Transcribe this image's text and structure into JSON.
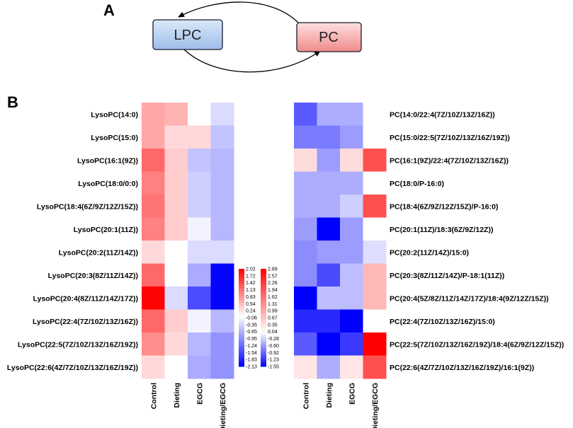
{
  "panel_a": {
    "label": "A",
    "nodes": [
      "LPC",
      "PC"
    ],
    "colors": {
      "lpc_fill_top": "#dce8f8",
      "lpc_fill_bottom": "#9dbde9",
      "pc_fill_top": "#fde0e0",
      "pc_fill_bottom": "#f08a8a",
      "box_stroke": "#1a1a2e"
    }
  },
  "panel_b": {
    "label": "B"
  },
  "chart_data": [
    {
      "type": "heatmap",
      "columns": [
        "Control",
        "Dieting",
        "EGCG",
        "Dieting/EGCG"
      ],
      "rows": [
        "LysoPC(14:0)",
        "LysoPC(15:0)",
        "LysoPC(16:1(9Z))",
        "LysoPC(18:0/0:0)",
        "LysoPC(18:4(6Z/9Z/12Z/15Z))",
        "LysoPC(20:1(11Z))",
        "LysoPC(20:2(11Z/14Z))",
        "LysoPC(20:3(8Z/11Z/14Z))",
        "LysoPC(20:4(8Z/11Z/14Z/17Z))",
        "LysoPC(22:4(7Z/10Z/13Z/16Z))",
        "LysoPC(22:5(7Z/10Z/13Z/16Z/19Z))",
        "LysoPC(22:6(4Z/7Z/10Z/13Z/16Z/19Z))"
      ],
      "values": [
        [
          0.7,
          0.6,
          0.0,
          -0.3
        ],
        [
          0.7,
          0.3,
          0.3,
          -0.5
        ],
        [
          1.2,
          0.4,
          -0.5,
          -0.6
        ],
        [
          1.0,
          0.4,
          -0.4,
          -0.6
        ],
        [
          1.1,
          0.4,
          -0.4,
          -0.6
        ],
        [
          1.0,
          0.4,
          -0.1,
          -0.6
        ],
        [
          0.3,
          0.0,
          -0.3,
          -0.3
        ],
        [
          1.2,
          0.0,
          -0.7,
          -2.1
        ],
        [
          2.0,
          -0.3,
          -1.5,
          -2.1
        ],
        [
          1.2,
          0.4,
          -0.1,
          -0.6
        ],
        [
          0.9,
          0.3,
          -0.6,
          -0.9
        ],
        [
          0.3,
          0.0,
          -0.7,
          -0.9
        ]
      ],
      "legend_ticks": [
        "2.02",
        "1.72",
        "1.42",
        "1.13",
        "0.83",
        "0.54",
        "0.24",
        "-0.06",
        "-0.35",
        "-0.65",
        "-0.95",
        "-1.24",
        "-1.54",
        "-1.83",
        "-2.13"
      ],
      "range": [
        -2.13,
        2.02
      ]
    },
    {
      "type": "heatmap",
      "columns": [
        "Control",
        "Dieting",
        "EGCG",
        "Dieting/EGCG"
      ],
      "rows": [
        "PC(14:0/22:4(7Z/10Z/13Z/16Z))",
        "PC(15:0/22:5(7Z/10Z/13Z/16Z/19Z))",
        "PC(16:1(9Z)/22:4(7Z/10Z/13Z/16Z))",
        "PC(18:0/P-16:0)",
        "PC(18:4(6Z/9Z/12Z/15Z)/P-16:0)",
        "PC(20:1(11Z)/18:3(6Z/9Z/12Z))",
        "PC(20:2(11Z/14Z)/15:0)",
        "PC(20:3(8Z/11Z/14Z)/P-18:1(11Z))",
        "PC(20:4(5Z/8Z/11Z/14Z/17Z)/18:4(9Z/12Z/15Z))",
        "PC(22:4(7Z/10Z/13Z/16Z)/15:0)",
        "PC(22:5(7Z/10Z/13Z/16Z/19Z)/18:4(6Z/9Z/12Z/15Z))",
        "PC(22:6(4Z/7Z/10Z/13Z/16Z/19Z)/16:1(9Z))"
      ],
      "values": [
        [
          -1.0,
          -0.5,
          -0.5,
          0.0
        ],
        [
          -0.8,
          -0.8,
          -0.6,
          0.0
        ],
        [
          0.4,
          -0.6,
          0.4,
          2.0
        ],
        [
          -0.5,
          -0.5,
          -0.5,
          0.0
        ],
        [
          -0.5,
          -0.5,
          -0.3,
          2.0
        ],
        [
          -0.6,
          -1.55,
          -0.6,
          0.0
        ],
        [
          -0.7,
          -0.6,
          -0.6,
          -0.2
        ],
        [
          -0.7,
          -1.1,
          -0.4,
          0.8
        ],
        [
          -1.55,
          -0.4,
          -0.4,
          0.8
        ],
        [
          -1.3,
          -1.3,
          -1.55,
          0.0
        ],
        [
          -1.0,
          -1.55,
          -1.2,
          2.89
        ],
        [
          0.3,
          -0.5,
          0.3,
          2.0
        ]
      ],
      "legend_ticks": [
        "2.89",
        "2.57",
        "2.26",
        "1.94",
        "1.62",
        "1.31",
        "0.99",
        "0.67",
        "0.35",
        "0.04",
        "-0.28",
        "-0.60",
        "-0.92",
        "-1.23",
        "-1.55"
      ],
      "range": [
        -1.55,
        2.89
      ]
    }
  ]
}
